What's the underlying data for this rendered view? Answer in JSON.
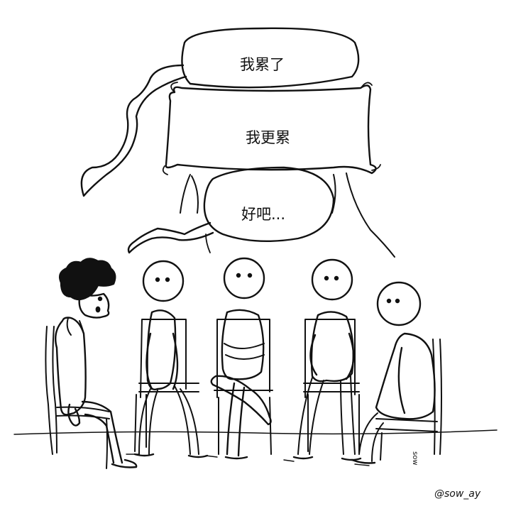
{
  "bubbles": [
    {
      "text": "我累了"
    },
    {
      "text": "我更累"
    },
    {
      "text": "好吧..."
    }
  ],
  "artist_signature": "sow",
  "credit": "@sow_ay",
  "colors": {
    "ink": "#111111",
    "paper": "#ffffff"
  }
}
